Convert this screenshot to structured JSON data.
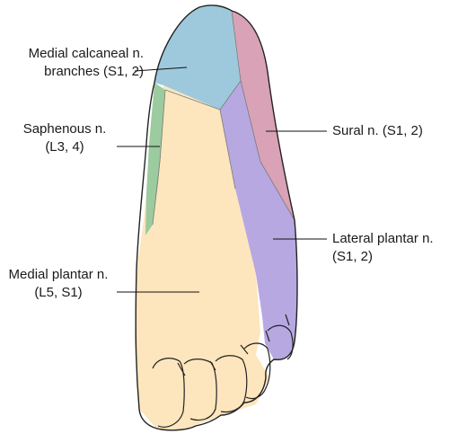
{
  "labels": {
    "medial_calcaneal": {
      "line1": "Medial calcaneal n.",
      "line2": "branches (S1, 2)"
    },
    "saphenous": {
      "line1": "Saphenous n.",
      "line2": "(L3, 4)"
    },
    "medial_plantar": {
      "line1": "Medial plantar n.",
      "line2": "(L5, S1)"
    },
    "sural": {
      "line1": "Sural n. (S1, 2)"
    },
    "lateral_plantar": {
      "line1": "Lateral plantar n.",
      "line2": "(S1, 2)"
    }
  },
  "colors": {
    "medial_calcaneal": "#9ec9dc",
    "saphenous": "#9bcb9f",
    "medial_plantar": "#fde6bd",
    "sural": "#d9a2b6",
    "lateral_plantar": "#b7a8e2",
    "outline": "#222222"
  }
}
